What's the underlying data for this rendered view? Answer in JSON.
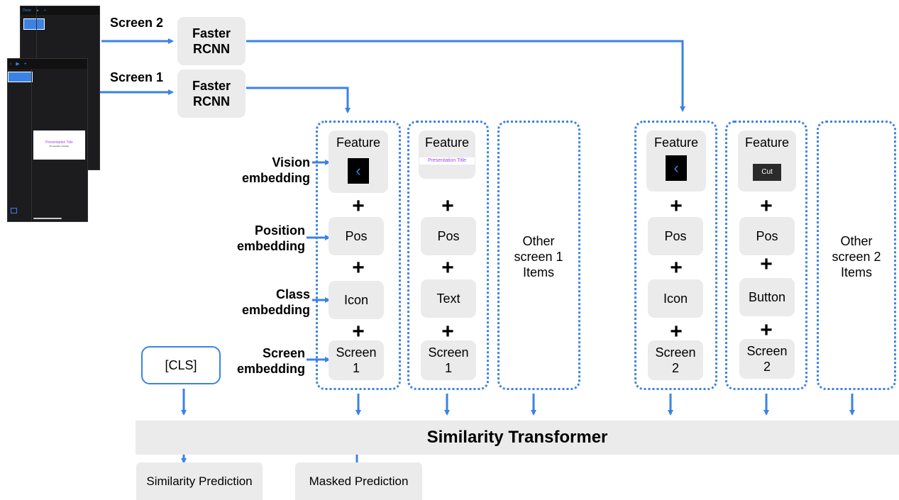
{
  "screens": {
    "screen2_label": "Screen 2",
    "screen1_label": "Screen 1",
    "faster_rcnn": "Faster\nRCNN",
    "thumb1_title": "Presentation Title",
    "thumb1_subtitle": "Presentation Subtitle",
    "thumb2_done": "Done"
  },
  "embeddings": {
    "vision": "Vision\nembedding",
    "position": "Position\nembedding",
    "class": "Class\nembedding",
    "screen": "Screen\nembedding"
  },
  "columns": [
    {
      "feature": "Feature",
      "feature_kind": "back-icon",
      "pos": "Pos",
      "cls": "Icon",
      "screen": "Screen\n1"
    },
    {
      "feature": "Feature",
      "feature_kind": "text",
      "feature_text": "Presentation Title",
      "pos": "Pos",
      "cls": "Text",
      "screen": "Screen\n1"
    },
    {
      "feature": "Feature",
      "feature_kind": "back-icon",
      "pos": "Pos",
      "cls": "Icon",
      "screen": "Screen\n2"
    },
    {
      "feature": "Feature",
      "feature_kind": "button",
      "feature_text": "Cut",
      "pos": "Pos",
      "cls": "Button",
      "screen": "Screen\n2"
    }
  ],
  "other_items": [
    "Other\nscreen 1\nItems",
    "Other\nscreen 2\nItems"
  ],
  "plus": "+",
  "cls_token": "[CLS]",
  "transformer": "Similarity Transformer",
  "outputs": {
    "similarity": "Similarity Prediction",
    "masked": "Masked Prediction"
  },
  "colors": {
    "accent": "#3b82e6",
    "box": "#ebebeb",
    "screen_bg": "#1c1c1e"
  }
}
